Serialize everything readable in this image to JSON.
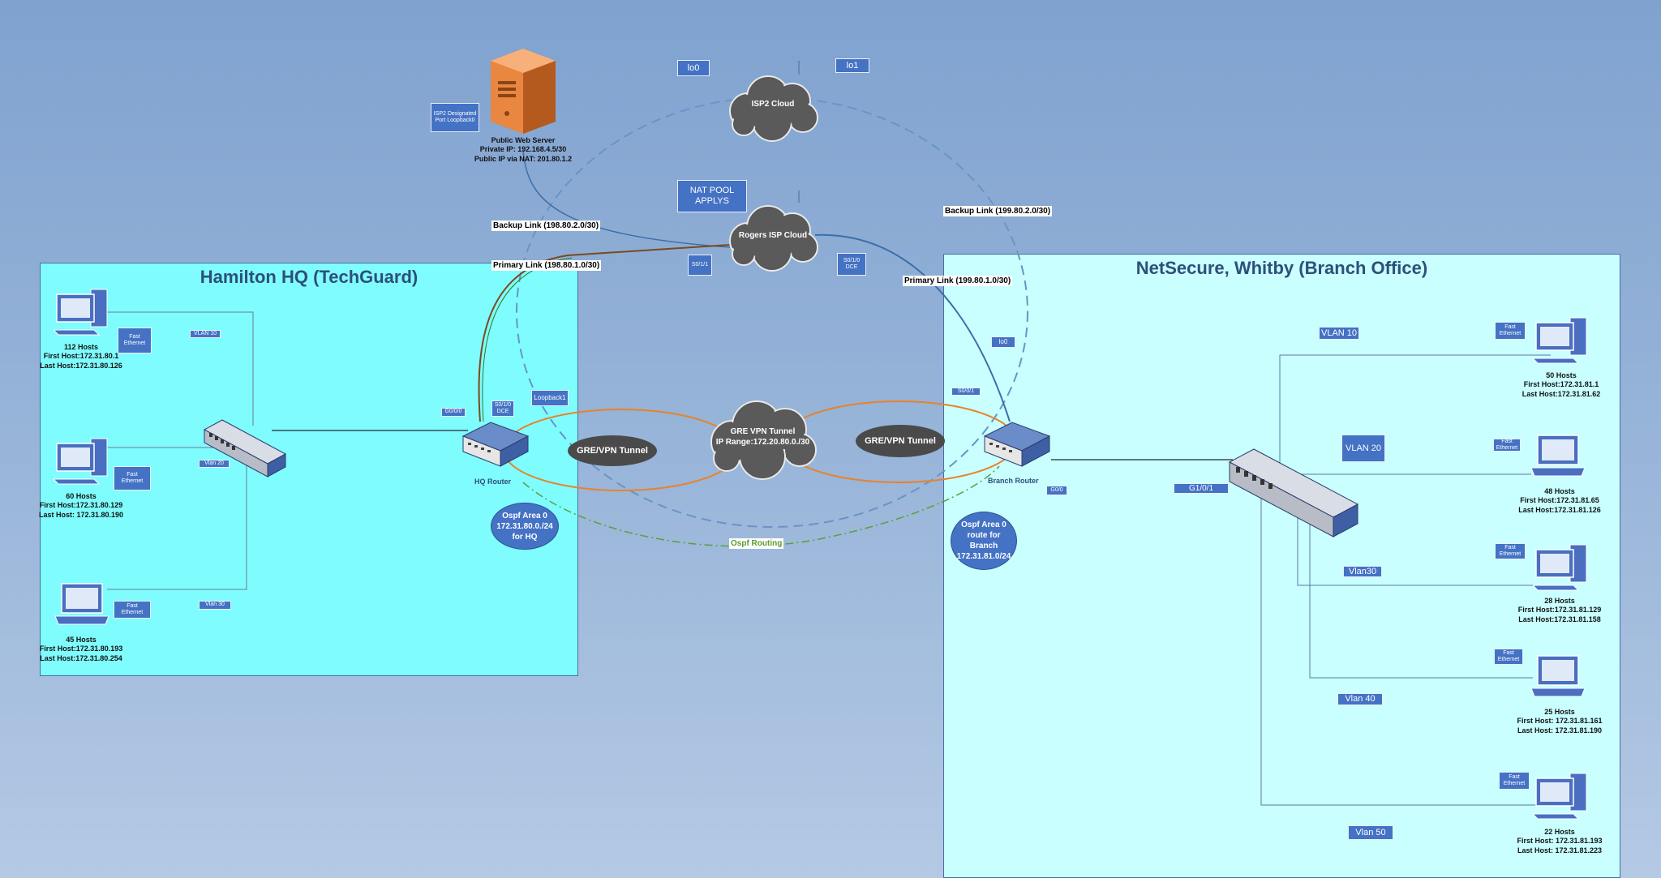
{
  "zones": {
    "hq_title": "Hamilton HQ (TechGuard)",
    "branch_title": "NetSecure, Whitby (Branch Office)"
  },
  "server": {
    "name": "Public Web Server",
    "private_ip": "Private IP: 192.168.4.5/30",
    "public_ip": "Public IP via NAT: 201.80.1.2",
    "isp2_port": "ISP2 Designated Port Loopback0"
  },
  "clouds": {
    "isp2": "ISP2 Cloud",
    "rogers": "Rogers ISP Cloud",
    "gre_title": "GRE VPN Tunnel",
    "gre_range": "IP Range:172.20.80.0./30"
  },
  "tags": {
    "lo0": "lo0",
    "lo1": "lo1",
    "nat_pool": "NAT POOL APPLYS",
    "s0_1_1": "S0/1/1",
    "s0_1_0_dce_right": "S0/1/0 DCE",
    "lo0_branch": "lo0",
    "s0_0_1": "S0/0/1",
    "s0_1_0_dce_hq": "S0/1/0 DCE",
    "loopback1": "Loopback1",
    "g0_0_0": "G0/0/0",
    "g0_0": "G0/0",
    "g1_0_1": "G1/0/1"
  },
  "links": {
    "backup_hq": "Backup Link (198.80.2.0/30)",
    "primary_hq": "Primary Link (198.80.1.0/30)",
    "backup_branch": "Backup Link (199.80.2.0/30)",
    "primary_branch": "Primary Link (199.80.1.0/30)",
    "ospf_routing": "Ospf Routing",
    "gre_tunnel_left": "GRE/VPN Tunnel",
    "gre_tunnel_right": "GRE/VPN Tunnel"
  },
  "routers": {
    "hq": "HQ Router",
    "branch": "Branch Router"
  },
  "ospf": {
    "hq": [
      "Ospf Area 0",
      "172.31.80.0./24",
      "for HQ"
    ],
    "branch": [
      "Ospf Area 0",
      "route for",
      "Branch",
      "172.31.81.0/24"
    ]
  },
  "hq_hosts": [
    {
      "hosts": "112 Hosts",
      "first": "First Host:172.31.80.1",
      "last": "Last Host:172.31.80.126",
      "fe": "Fast Ethernet",
      "vlan": "VLAN 10"
    },
    {
      "hosts": "60 Hosts",
      "first": "First Host:172.31.80.129",
      "last": "Last Host: 172.31.80.190",
      "fe": "Fast Ethernet",
      "vlan": "Vlan 20"
    },
    {
      "hosts": "45 Hosts",
      "first": "First Host:172.31.80.193",
      "last": "Last Host:172.31.80.254",
      "fe": "Fast Ethernet",
      "vlan": "Vlan 30"
    }
  ],
  "branch_hosts": [
    {
      "hosts": "50 Hosts",
      "first": "First Host:172.31.81.1",
      "last": "Last Host:172.31.81.62",
      "fe": "Fast Ethernet",
      "vlan": "VLAN 10"
    },
    {
      "hosts": "48 Hosts",
      "first": "First Host:172.31.81.65",
      "last": "Last Host:172.31.81.126",
      "fe": "Fast Ethernet",
      "vlan": "VLAN 20"
    },
    {
      "hosts": "28 Hosts",
      "first": "First Host:172.31.81.129",
      "last": "Last Host:172.31.81.158",
      "fe": "Fast Ethernet",
      "vlan": "Vlan30"
    },
    {
      "hosts": "25 Hosts",
      "first": "First Host: 172.31.81.161",
      "last": "Last Host: 172.31.81.190",
      "fe": "Fast Ethernet",
      "vlan": "Vlan 40"
    },
    {
      "hosts": "22 Hosts",
      "first": "First Host: 172.31.81.193",
      "last": "Last Host: 172.31.81.223",
      "fe": "Fast Ethernet",
      "vlan": "Vlan 50"
    }
  ]
}
